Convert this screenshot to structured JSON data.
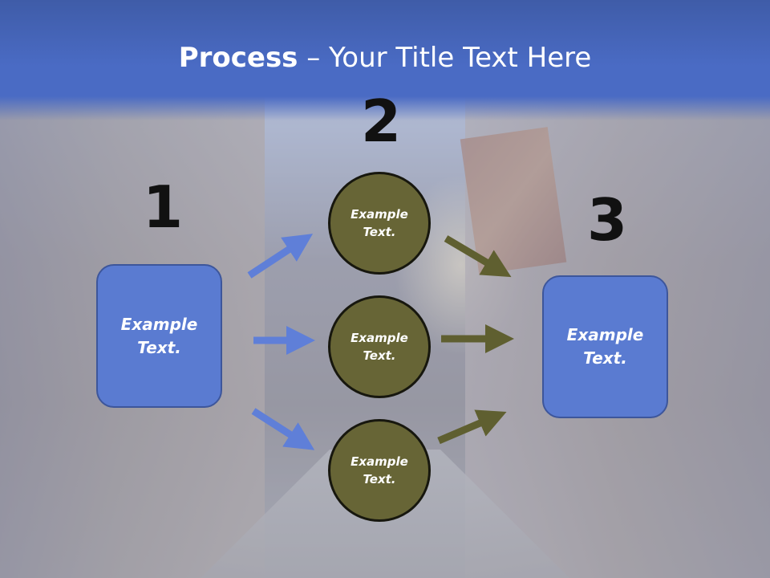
{
  "title": {
    "bold": "Process",
    "rest": " – Your Title Text Here"
  },
  "steps": [
    {
      "number": "1"
    },
    {
      "number": "2"
    },
    {
      "number": "3"
    }
  ],
  "left_box": {
    "text": "Example\nText."
  },
  "right_box": {
    "text": "Example\nText."
  },
  "circles": [
    {
      "text": "Example\nText."
    },
    {
      "text": "Example\nText."
    },
    {
      "text": "Example\nText."
    }
  ],
  "colors": {
    "header": "#4a6bc4",
    "box_fill": "#5a7bd1",
    "circle_fill": "#676536",
    "arrow_blue": "#5f7fd8",
    "arrow_olive": "#5f5f30"
  }
}
